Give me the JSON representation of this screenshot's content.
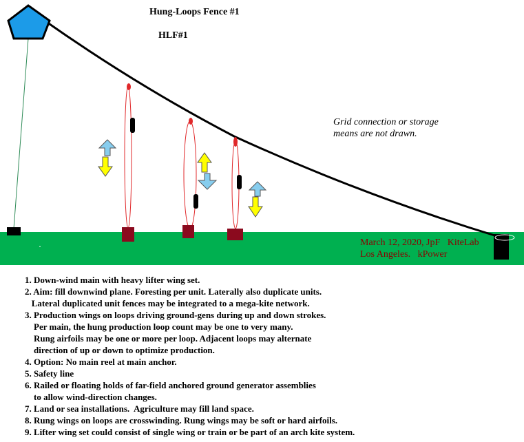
{
  "title": "Hung-Loops Fence #1",
  "subtitle": "HLF#1",
  "grid_note": [
    "Grid connection or storage",
    "means are not drawn."
  ],
  "credit": [
    "March 12, 2020, JpF   KiteLab",
    "Los Angeles.   kPower"
  ],
  "notes": [
    "1. Down-wind main with heavy lifter wing set.",
    "2. Aim: fill downwind plane. Foresting per unit. Laterally also duplicate units.",
    "   Lateral duplicated unit fences may be integrated to a mega-kite network.",
    "3. Production wings on loops driving ground-gens during up and down strokes.",
    "    Per main, the hung production loop count may be one to very many.",
    "    Rung airfoils may be one or more per loop. Adjacent loops may alternate",
    "    direction of up or down to optimize production.",
    "4. Option: No main reel at main anchor.",
    "5. Safety line",
    "6. Railed or floating holds of far-field anchored ground generator assemblies",
    "    to allow wind-direction changes.",
    "7. Land or sea installations.  Agriculture may fill land space.",
    "8. Rung wings on loops are crosswinding. Rung wings may be soft or hard airfoils.",
    "9. Lifter wing set could consist of single wing or train or be part of an arch kite system."
  ],
  "colors": {
    "ground": "#00b050",
    "kite": "#1c9be8",
    "main_line": "#000000",
    "safety_line": "#2e8b57",
    "loop": "#e0282a",
    "generator": "#8b0a1e",
    "up_arrow": "#87cdee",
    "down_arrow": "#ffff00"
  }
}
